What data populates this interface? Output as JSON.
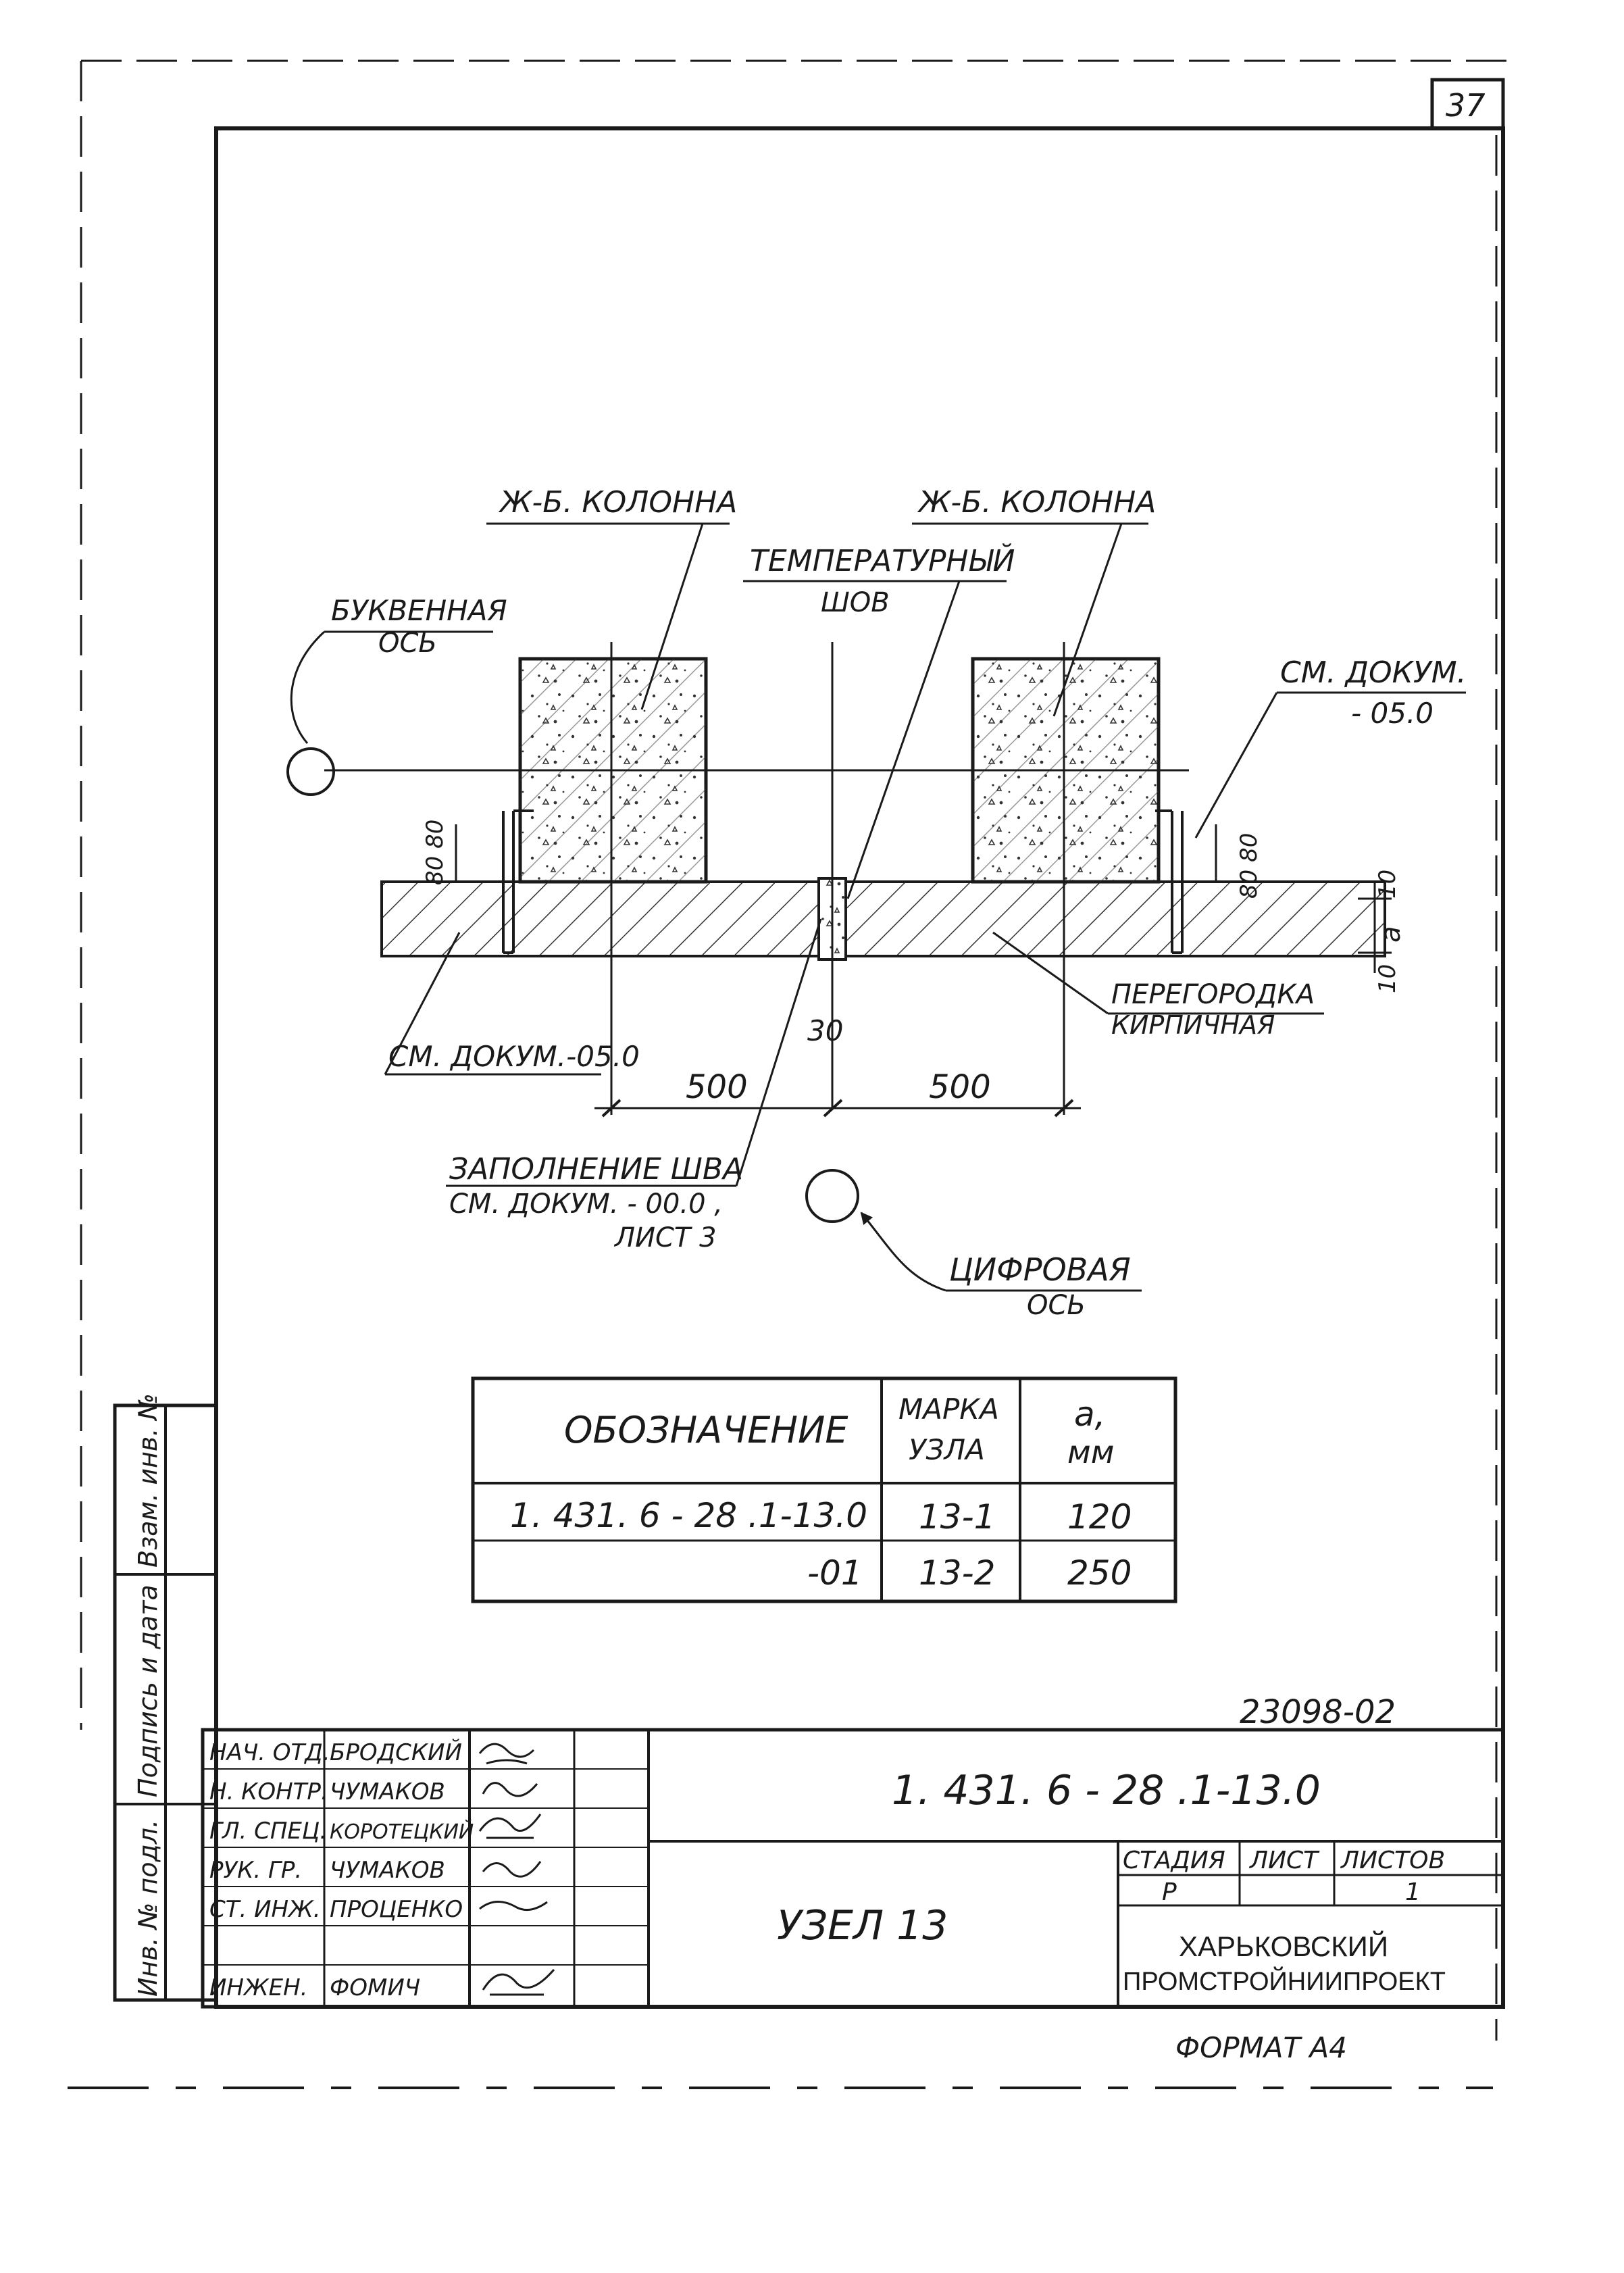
{
  "page_number": "37",
  "drawing": {
    "labels": {
      "column_left": "Ж-Б. КОЛОННА",
      "column_right": "Ж-Б. КОЛОННА",
      "temp_joint_1": "ТЕМПЕРАТУРНЫЙ",
      "temp_joint_2": "ШОВ",
      "letter_axis_1": "БУКВЕННАЯ",
      "letter_axis_2": "ОСЬ",
      "see_doc_right_1": "СМ. ДОКУМ.",
      "see_doc_right_2": "- 05.0",
      "see_doc_left": "СМ. ДОКУМ.-05.0",
      "partition_1": "ПЕРЕГОРОДКА",
      "partition_2": "КИРПИЧНАЯ",
      "filling_1": "ЗАПОЛНЕНИЕ ШВА",
      "filling_2": "СМ. ДОКУМ. - 00.0 ,",
      "filling_3": "ЛИСТ 3",
      "digital_axis_1": "ЦИФРОВАЯ",
      "digital_axis_2": "ОСЬ"
    },
    "dimensions": {
      "left_span": "500",
      "right_span": "500",
      "joint_width": "30",
      "left_vertical": "80 80",
      "right_vertical": "80 80",
      "top_offset": "10",
      "thickness": "a",
      "bottom_offset": "10"
    }
  },
  "spec_table": {
    "headers": {
      "designation": "ОБОЗНАЧЕНИЕ",
      "mark_1": "МАРКА",
      "mark_2": "УЗЛА",
      "a_1": "a,",
      "a_2": "мм"
    },
    "rows": [
      {
        "designation": "1. 431. 6 - 28 .1-13.0",
        "mark": "13-1",
        "a": "120"
      },
      {
        "designation": "-01",
        "mark": "13-2",
        "a": "250"
      }
    ]
  },
  "side_stamp": {
    "inv_orig": "Инв. № подл.",
    "sign_date": "Подпись и дата",
    "inv_repl": "Взам. инв. №"
  },
  "title_block": {
    "archive_number": "23098-02",
    "doc_code": "1. 431. 6 - 28 .1-13.0",
    "title": "УЗЕЛ 13",
    "roles": [
      {
        "role": "НАЧ. ОТД.",
        "name": "БРОДСКИЙ"
      },
      {
        "role": "Н. КОНТР.",
        "name": "ЧУМАКОВ"
      },
      {
        "role": "ГЛ. СПЕЦ.",
        "name": "КОРОТЕЦКИЙ"
      },
      {
        "role": "РУК. ГР.",
        "name": "ЧУМАКОВ"
      },
      {
        "role": "СТ. ИНЖ.",
        "name": "ПРОЦЕНКО"
      },
      {
        "role": "",
        "name": ""
      },
      {
        "role": "ИНЖЕН.",
        "name": "ФОМИЧ"
      }
    ],
    "stage_label": "СТАДИЯ",
    "sheet_label": "ЛИСТ",
    "sheets_label": "ЛИСТОВ",
    "stage_value": "Р",
    "sheets_value": "1",
    "org_1": "ХАРЬКОВСКИЙ",
    "org_2": "ПРОМСТРОЙНИИПРОЕКТ",
    "format": "ФОРМАТ А4"
  }
}
